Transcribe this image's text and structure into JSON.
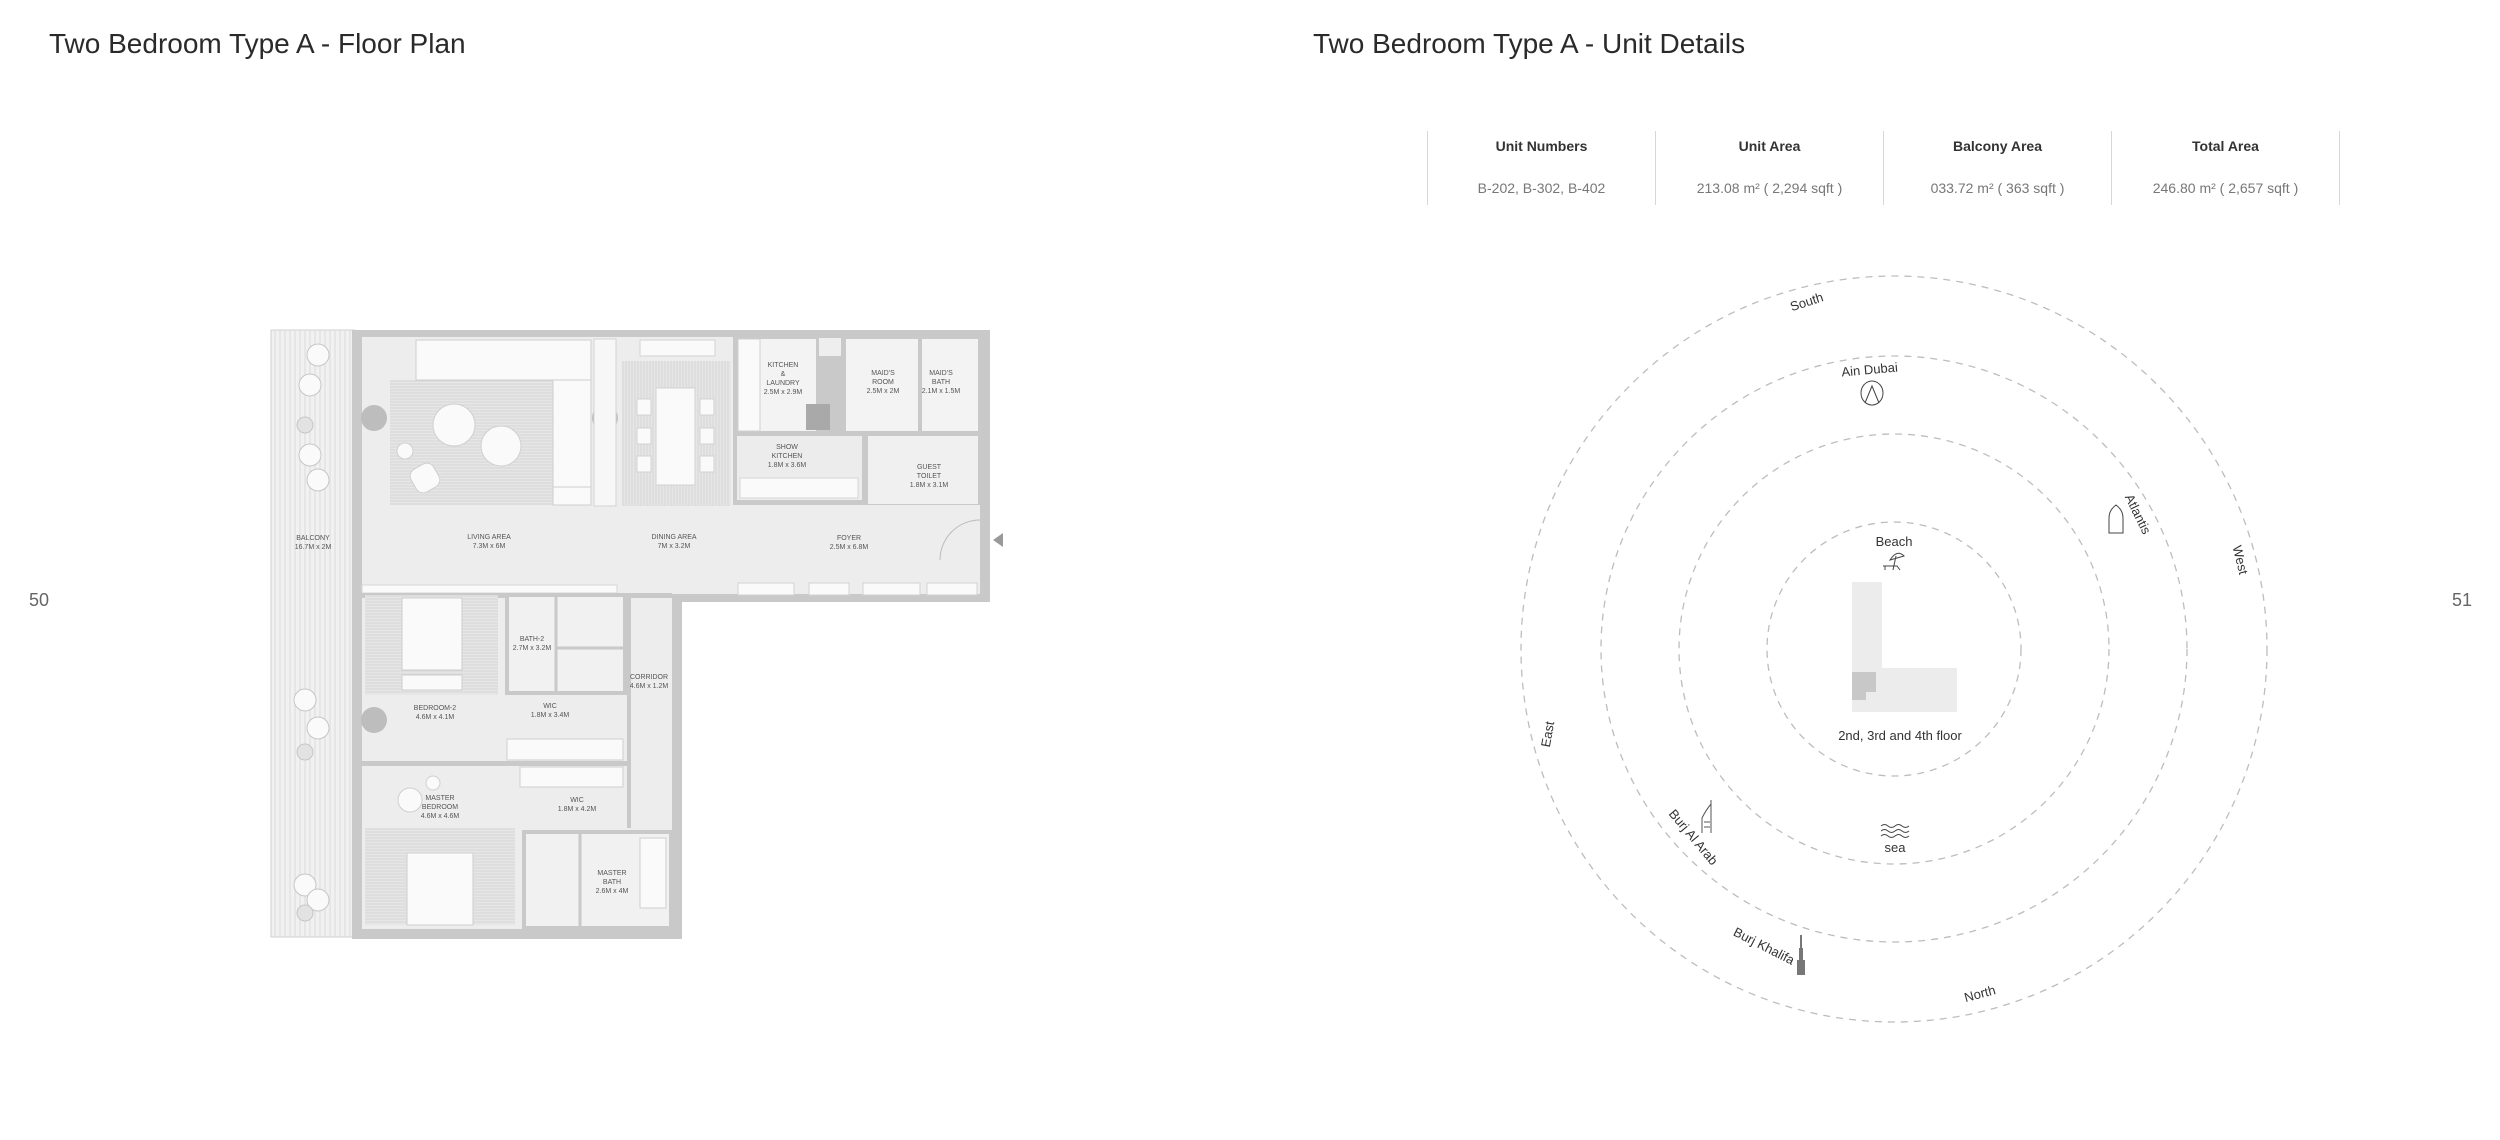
{
  "left_page": {
    "title": "Two Bedroom Type A - Floor Plan",
    "page_number": "50"
  },
  "right_page": {
    "title": "Two Bedroom Type A - Unit Details",
    "page_number": "51"
  },
  "unit_table": [
    {
      "header": "Unit Numbers",
      "value": "B-202, B-302, B-402"
    },
    {
      "header": "Unit Area",
      "value": "213.08 m² ( 2,294 sqft )"
    },
    {
      "header": "Balcony Area",
      "value": "033.72 m² ( 363 sqft )"
    },
    {
      "header": "Total Area",
      "value": "246.80 m² ( 2,657 sqft )"
    }
  ],
  "floor_plan": {
    "rooms": [
      {
        "name": [
          "KITCHEN",
          "&",
          "LAUNDRY"
        ],
        "dims": "2.5M x 2.9M"
      },
      {
        "name": [
          "MAID'S",
          "ROOM"
        ],
        "dims": "2.5M x 2M"
      },
      {
        "name": [
          "MAID'S",
          "BATH"
        ],
        "dims": "2.1M x 1.5M"
      },
      {
        "name": [
          "SHOW",
          "KITCHEN"
        ],
        "dims": "1.8M x 3.6M"
      },
      {
        "name": [
          "GUEST",
          "TOILET"
        ],
        "dims": "1.8M x 3.1M"
      },
      {
        "name": [
          "BALCONY"
        ],
        "dims": "16.7M x 2M"
      },
      {
        "name": [
          "LIVING AREA"
        ],
        "dims": "7.3M x 6M"
      },
      {
        "name": [
          "DINING AREA"
        ],
        "dims": "7M x 3.2M"
      },
      {
        "name": [
          "FOYER"
        ],
        "dims": "2.5M x 6.8M"
      },
      {
        "name": [
          "BATH-2"
        ],
        "dims": "2.7M x 3.2M"
      },
      {
        "name": [
          "CORRIDOR"
        ],
        "dims": "4.6M x 1.2M"
      },
      {
        "name": [
          "BEDROOM-2"
        ],
        "dims": "4.6M x 4.1M"
      },
      {
        "name": [
          "WIC"
        ],
        "dims": "1.8M x 3.4M"
      },
      {
        "name": [
          "MASTER",
          "BEDROOM"
        ],
        "dims": "4.6M x 4.6M"
      },
      {
        "name": [
          "WIC"
        ],
        "dims": "1.8M x 4.2M"
      },
      {
        "name": [
          "MASTER",
          "BATH"
        ],
        "dims": "2.6M x 4M"
      }
    ],
    "colors": {
      "wall": "#c9c9c9",
      "floor": "#ededed",
      "rug": "#d6d6d6"
    }
  },
  "orientation": {
    "directions": {
      "south": "South",
      "west": "West",
      "east": "East",
      "north": "North"
    },
    "landmarks": [
      {
        "label": "Ain Dubai",
        "icon": "ferris-wheel-icon"
      },
      {
        "label": "Atlantis",
        "icon": "atlantis-icon"
      },
      {
        "label": "Beach",
        "icon": "beach-umbrella-icon"
      },
      {
        "label": "sea",
        "icon": "waves-icon"
      },
      {
        "label": "Burj Al Arab",
        "icon": "burj-al-arab-icon"
      },
      {
        "label": "Burj Khalifa",
        "icon": "burj-khalifa-icon"
      }
    ],
    "floor_label": "2nd, 3rd and 4th floor",
    "highlight_color": "#c8c8c8"
  }
}
